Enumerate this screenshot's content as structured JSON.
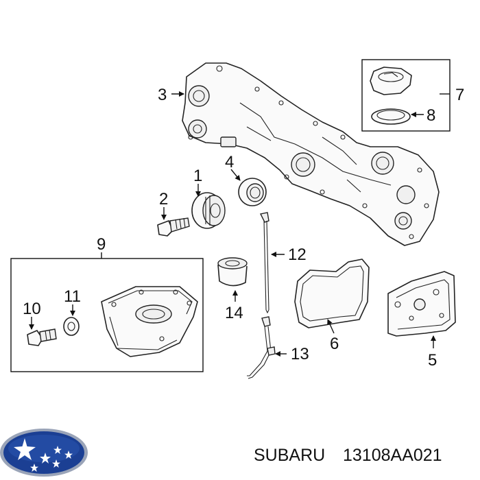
{
  "callouts": {
    "c1": "1",
    "c2": "2",
    "c3": "3",
    "c4": "4",
    "c5": "5",
    "c6": "6",
    "c7": "7",
    "c8": "8",
    "c9": "9",
    "c10": "10",
    "c11": "11",
    "c12": "12",
    "c13": "13",
    "c14": "14"
  },
  "footer": {
    "brand": "SUBARU",
    "part_number": "13108AA021"
  },
  "logo": {
    "icon": "subaru-star-cluster-logo",
    "colors": {
      "field": "#1b3f93",
      "stars": "#ffffff",
      "rim": "#9aa4b8"
    }
  }
}
